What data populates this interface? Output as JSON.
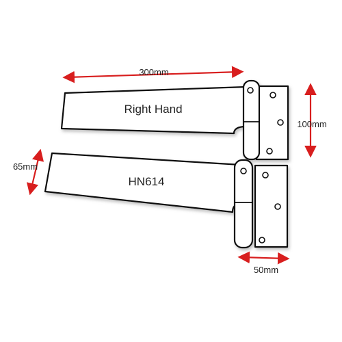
{
  "colors": {
    "outline": "#111111",
    "fill": "#ffffff",
    "arrow": "#d81e1e",
    "shadow": "#9a9a9a",
    "text": "#222222"
  },
  "hinges": {
    "top": {
      "label": "Right Hand"
    },
    "bottom": {
      "label": "HN614"
    }
  },
  "dimensions": {
    "strap_length": "300mm",
    "plate_height": "100mm",
    "strap_width": "65mm",
    "plate_width": "50mm"
  }
}
